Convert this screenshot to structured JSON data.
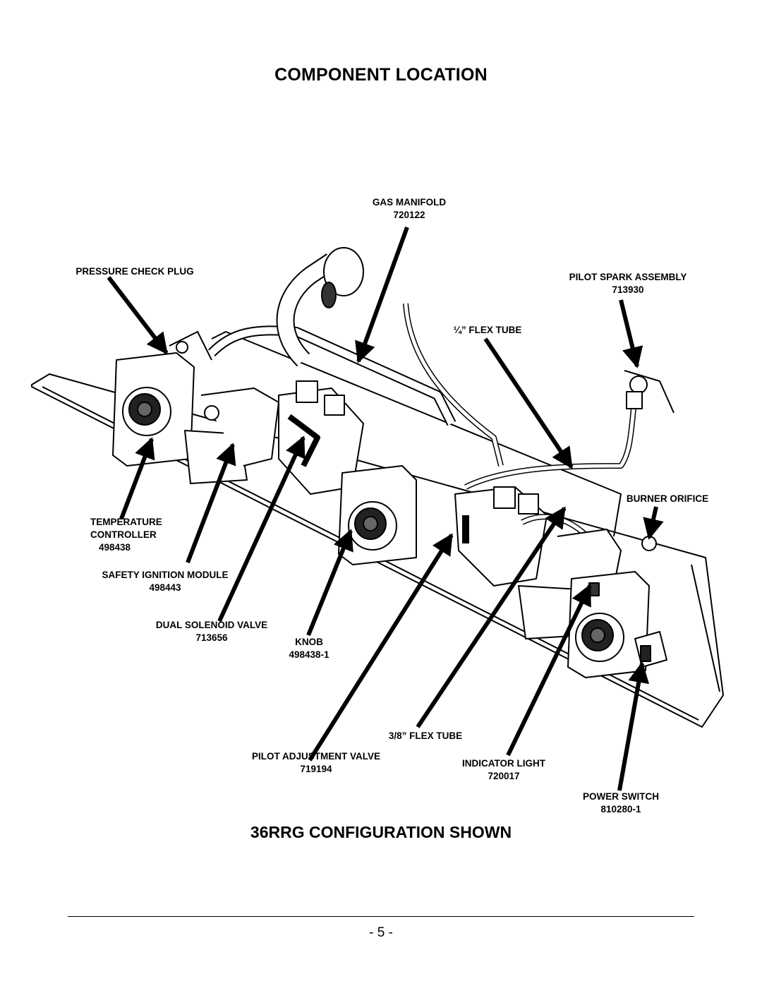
{
  "page": {
    "title": "COMPONENT LOCATION",
    "subtitle": "36RRG CONFIGURATION SHOWN",
    "page_number": "- 5 -"
  },
  "labels": {
    "gas_manifold": {
      "name": "GAS MANIFOLD",
      "part": "720122"
    },
    "pressure_check_plug": {
      "name": "PRESSURE CHECK PLUG"
    },
    "pilot_spark_assembly": {
      "name": "PILOT SPARK ASSEMBLY",
      "part": "713930"
    },
    "flex_tube_quarter": {
      "name": "¼” FLEX TUBE"
    },
    "burner_orifice": {
      "name": "BURNER ORIFICE"
    },
    "temperature_controller": {
      "line1": "TEMPERATURE",
      "line2": "CONTROLLER",
      "part": "498438"
    },
    "safety_ignition_module": {
      "name": "SAFETY IGNITION MODULE",
      "part": "498443"
    },
    "dual_solenoid_valve": {
      "name": "DUAL SOLENOID VALVE",
      "part": "713656"
    },
    "knob": {
      "name": "KNOB",
      "part": "498438-1"
    },
    "flex_tube_three_eighths": {
      "name": "3/8” FLEX TUBE"
    },
    "pilot_adjustment_valve": {
      "name": "PILOT ADJUSTMENT VALVE",
      "part": "719194"
    },
    "indicator_light": {
      "name": "INDICATOR LIGHT",
      "part": "720017"
    },
    "power_switch": {
      "name": "POWER SWITCH",
      "part": "810280-1"
    }
  }
}
